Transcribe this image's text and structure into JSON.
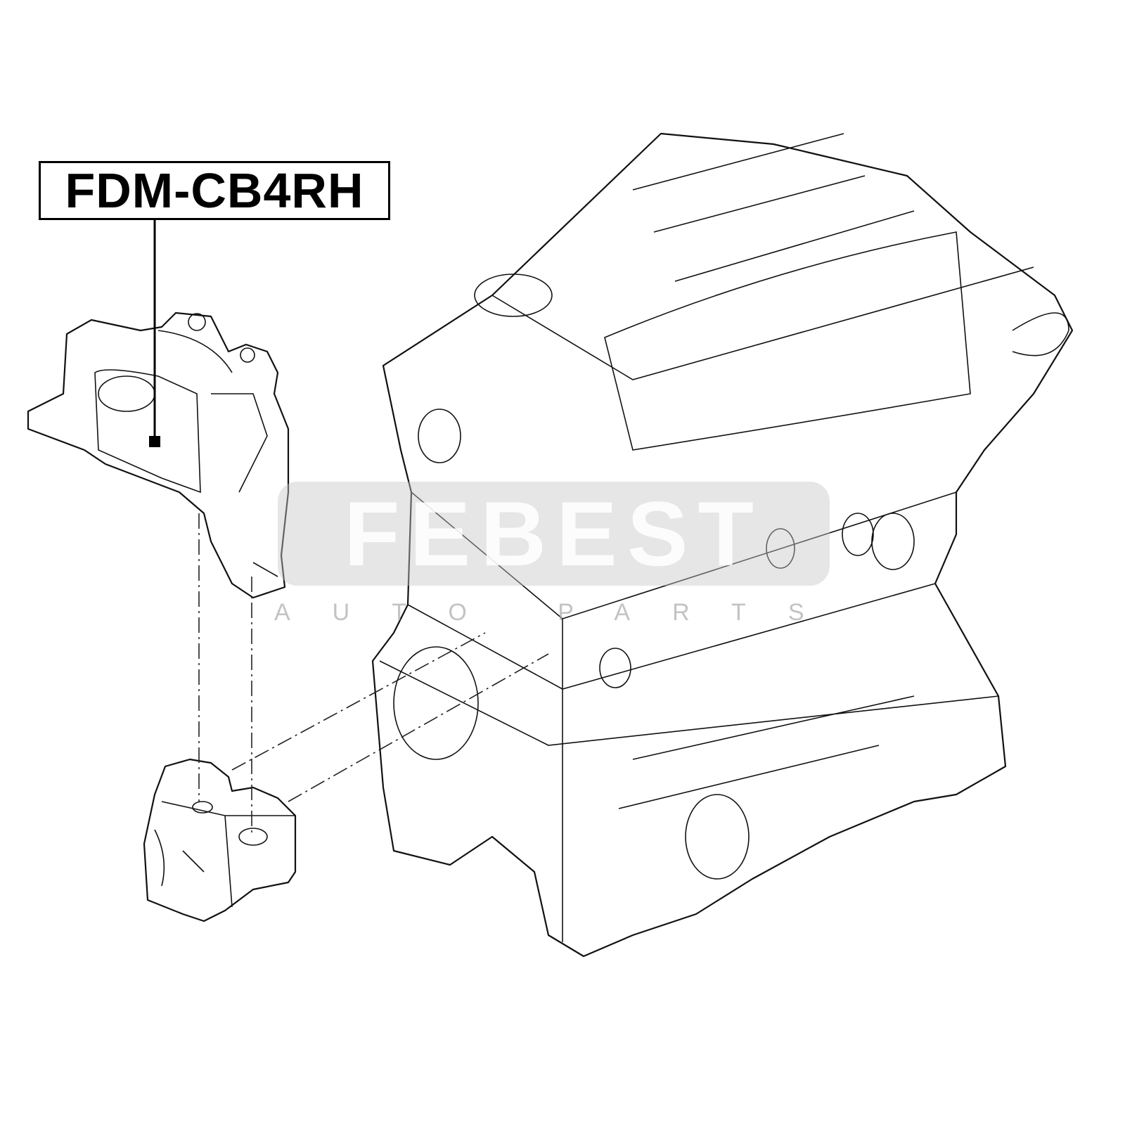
{
  "part_number": "FDM-CB4RH",
  "watermark": {
    "brand": "FEBEST",
    "tagline": "AUTO PARTS"
  }
}
